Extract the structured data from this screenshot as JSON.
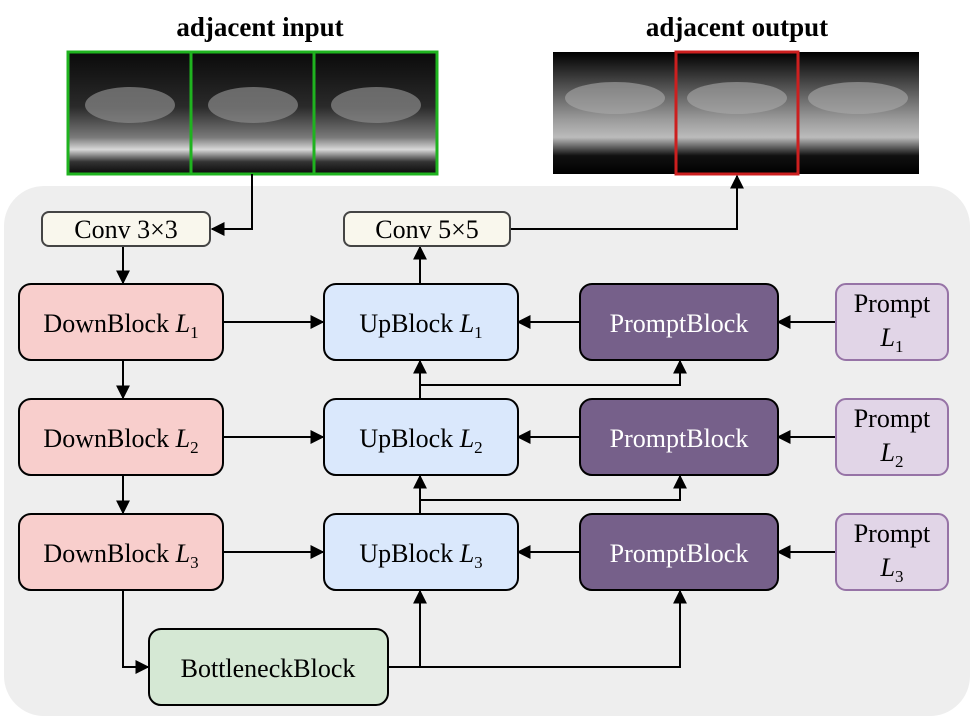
{
  "titles": {
    "input": "adjacent input",
    "output": "adjacent output"
  },
  "blocks": {
    "conv_in": "Conv 3×3",
    "conv_out": "Conv 5×5",
    "down": [
      {
        "name": "DownBlock",
        "var": "L",
        "idx": "1"
      },
      {
        "name": "DownBlock",
        "var": "L",
        "idx": "2"
      },
      {
        "name": "DownBlock",
        "var": "L",
        "idx": "3"
      }
    ],
    "up": [
      {
        "name": "UpBlock",
        "var": "L",
        "idx": "1"
      },
      {
        "name": "UpBlock",
        "var": "L",
        "idx": "2"
      },
      {
        "name": "UpBlock",
        "var": "L",
        "idx": "3"
      }
    ],
    "prompt_block": [
      "PromptBlock",
      "PromptBlock",
      "PromptBlock"
    ],
    "prompt": [
      {
        "name": "Prompt",
        "var": "L",
        "idx": "1"
      },
      {
        "name": "Prompt",
        "var": "L",
        "idx": "2"
      },
      {
        "name": "Prompt",
        "var": "L",
        "idx": "3"
      }
    ],
    "bottleneck": "BottleneckBlock"
  },
  "colors": {
    "down": "#f8cecc",
    "up": "#dae8fc",
    "prompt_block": "#76608a",
    "prompt": "#e1d5e7",
    "bottleneck": "#d5e8d4",
    "conv": "#f9f7ed",
    "panel": "#eeeeee",
    "input_frame": "#1fb31f",
    "output_highlight": "#cc1f1f"
  }
}
